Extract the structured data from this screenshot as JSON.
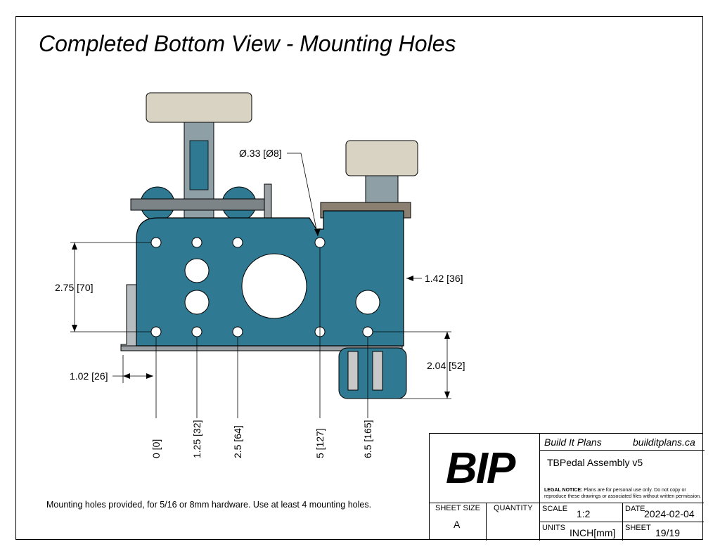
{
  "title": "Completed Bottom View - Mounting Holes",
  "dimensions": {
    "hole_diameter": "Ø.33 [Ø8]",
    "vertical_span": "2.75 [70]",
    "right_offset": "1.42 [36]",
    "left_offset": "1.02 [26]",
    "bottom_offset": "2.04 [52]",
    "x_positions": [
      "0 [0]",
      "1.25 [32]",
      "2.5 [64]",
      "5 [127]",
      "6.5 [165]"
    ]
  },
  "note": "Mounting holes provided, for 5/16 or 8mm hardware.  Use at least 4 mounting holes.",
  "title_block": {
    "logo": "BIP",
    "company": "Build It Plans",
    "website": "builditplans.ca",
    "drawing_name": "TBPedal Assembly v5",
    "legal_label": "LEGAL NOTICE:",
    "legal_text_1": " Plans are for personal use only. Do not copy or",
    "legal_text_2": "reproduce these drawings or associated files without written permission.",
    "sheet_size_label": "SHEET SIZE",
    "sheet_size": "A",
    "quantity_label": "QUANTITY",
    "scale_label": "SCALE",
    "scale": "1:2",
    "date_label": "DATE",
    "date": "2024-02-04",
    "units_label": "UNITS",
    "units": "INCH[mm]",
    "sheet_label": "SHEET",
    "sheet": "19/19"
  },
  "colors": {
    "plate": "#2f7a92",
    "plate_dark": "#1f5568",
    "pad": "#d9d3c3",
    "metal": "#9aa0a4"
  }
}
